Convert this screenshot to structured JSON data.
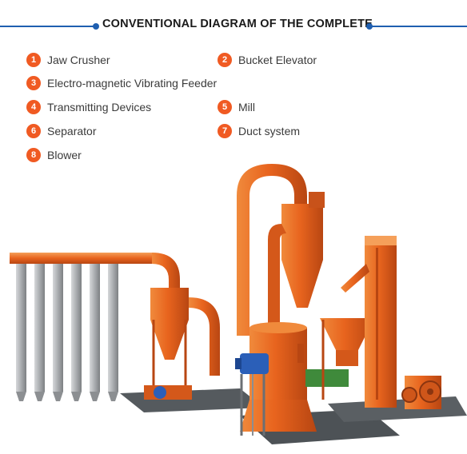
{
  "header": {
    "title": "CONVENTIONAL DIAGRAM OF THE COMPLETE"
  },
  "colors": {
    "accent_line": "#1f5fb0",
    "badge": "#f05a22",
    "machine_orange": "#e8641e",
    "filter_bag_grey": "#a9acaf",
    "motor_blue": "#2b5fb8",
    "gear_green": "#3f8a3b"
  },
  "legend": [
    {
      "number": "1",
      "label": "Jaw Crusher"
    },
    {
      "number": "2",
      "label": "Bucket Elevator"
    },
    {
      "number": "3",
      "label": "Electro-magnetic Vibrating Feeder"
    },
    {
      "number": "4",
      "label": "Transmitting Devices"
    },
    {
      "number": "5",
      "label": "Mill"
    },
    {
      "number": "6",
      "label": "Separator"
    },
    {
      "number": "7",
      "label": "Duct system"
    },
    {
      "number": "8",
      "label": "Blower"
    }
  ]
}
